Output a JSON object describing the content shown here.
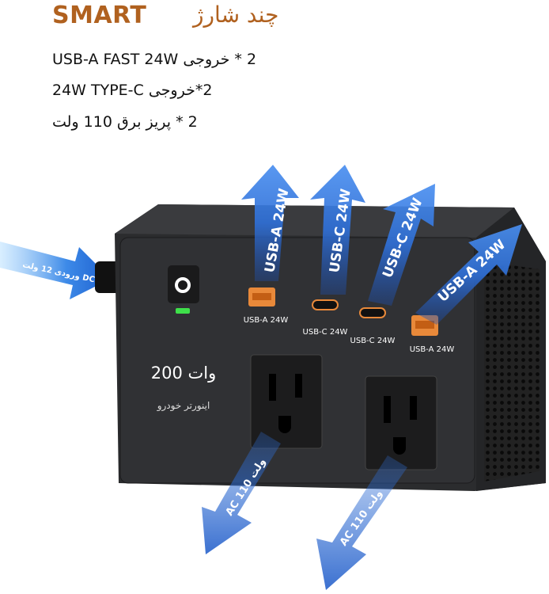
{
  "header": {
    "brand": "SMART",
    "title": "چند شارژ"
  },
  "features": [
    "2 * خروجی USB-A FAST 24W",
    "2*خروجی 24W TYPE-C",
    "2 * پریز برق 110 ولت"
  ],
  "input_arrow": "ورودی 12 ولت DC",
  "device": {
    "wattage": "200 وات",
    "name": "اینورتر خودرو",
    "ports": [
      "USB-A 24W",
      "USB-C 24W",
      "USB-C 24W",
      "USB-A 24W"
    ]
  },
  "up_arrows": [
    "USB-A 24W",
    "USB-C 24W",
    "USB-C 24W",
    "USB-A 24W"
  ],
  "down_arrows": [
    "AC 110 ولت",
    "AC 110 ولت"
  ],
  "colors": {
    "accent": "#b0611f",
    "arrow": "#2f6fd6",
    "body": "#2b2c2e",
    "led": "#3ee04a"
  }
}
